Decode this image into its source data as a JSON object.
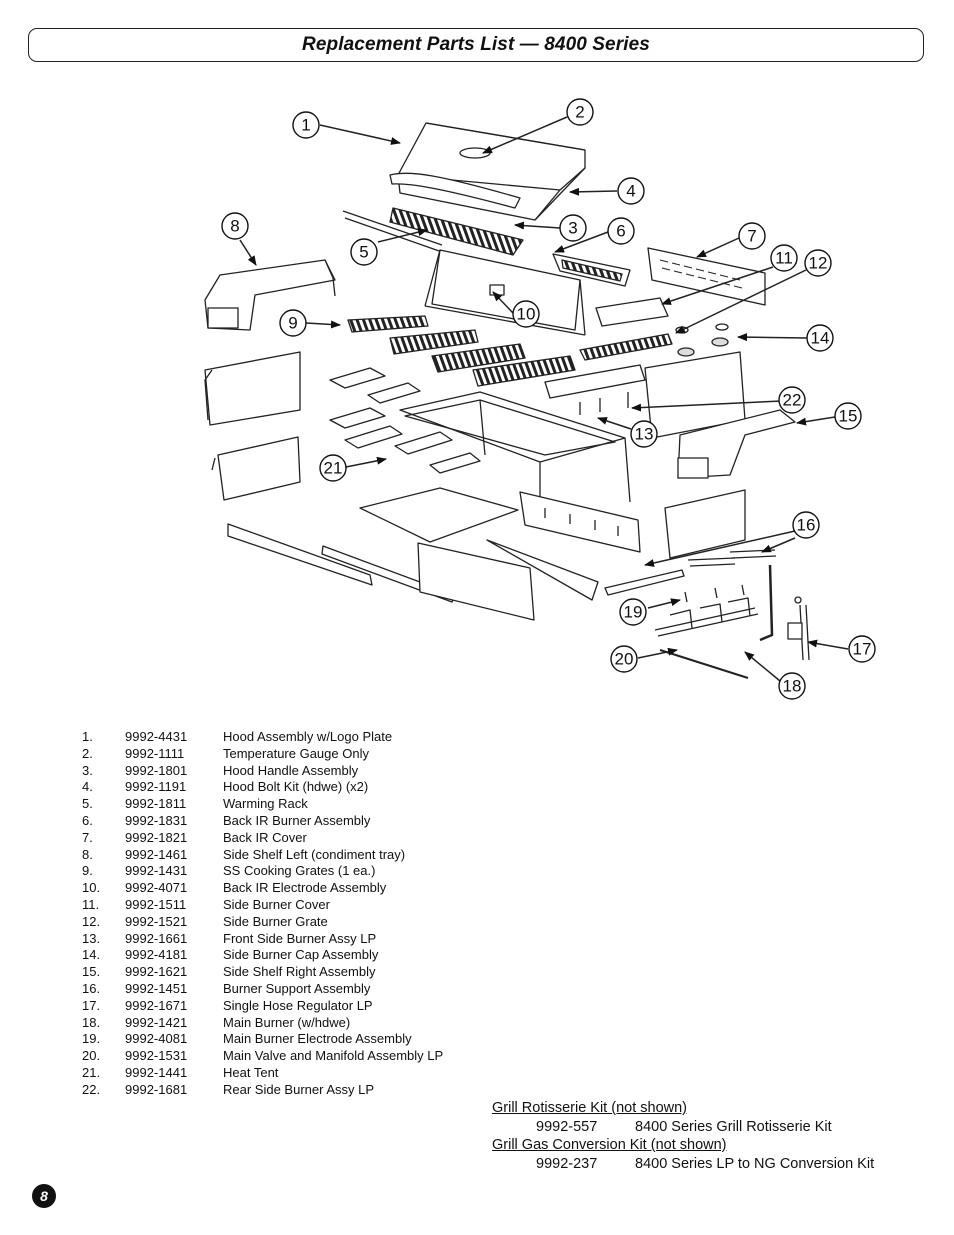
{
  "title": "Replacement Parts List — 8400 Series",
  "callouts": [
    "1",
    "2",
    "3",
    "4",
    "5",
    "6",
    "7",
    "8",
    "9",
    "10",
    "11",
    "12",
    "13",
    "14",
    "15",
    "16",
    "17",
    "18",
    "19",
    "20",
    "21",
    "22"
  ],
  "parts": [
    {
      "num": "1.",
      "code": "9992-4431",
      "desc": "Hood Assembly w/Logo Plate"
    },
    {
      "num": "2.",
      "code": "9992-1111",
      "desc": "Temperature Gauge Only"
    },
    {
      "num": "3.",
      "code": "9992-1801",
      "desc": "Hood Handle Assembly"
    },
    {
      "num": "4.",
      "code": "9992-1191",
      "desc": "Hood Bolt Kit (hdwe) (x2)"
    },
    {
      "num": "5.",
      "code": "9992-1811",
      "desc": "Warming Rack"
    },
    {
      "num": "6.",
      "code": "9992-1831",
      "desc": "Back IR Burner Assembly"
    },
    {
      "num": "7.",
      "code": "9992-1821",
      "desc": "Back IR Cover"
    },
    {
      "num": "8.",
      "code": "9992-1461",
      "desc": "Side Shelf Left (condiment tray)"
    },
    {
      "num": "9.",
      "code": "9992-1431",
      "desc": "SS Cooking Grates (1 ea.)"
    },
    {
      "num": "10.",
      "code": "9992-4071",
      "desc": "Back IR Electrode Assembly"
    },
    {
      "num": "11.",
      "code": "9992-1511",
      "desc": "Side Burner Cover"
    },
    {
      "num": "12.",
      "code": "9992-1521",
      "desc": "Side Burner Grate"
    },
    {
      "num": "13.",
      "code": "9992-1661",
      "desc": "Front Side Burner Assy LP"
    },
    {
      "num": "14.",
      "code": "9992-4181",
      "desc": "Side Burner Cap Assembly"
    },
    {
      "num": "15.",
      "code": "9992-1621",
      "desc": "Side Shelf Right Assembly"
    },
    {
      "num": "16.",
      "code": "9992-1451",
      "desc": "Burner Support Assembly"
    },
    {
      "num": "17.",
      "code": "9992-1671",
      "desc": "Single Hose Regulator LP"
    },
    {
      "num": "18.",
      "code": "9992-1421",
      "desc": "Main Burner (w/hdwe)"
    },
    {
      "num": "19.",
      "code": "9992-4081",
      "desc": "Main Burner Electrode Assembly"
    },
    {
      "num": "20.",
      "code": "9992-1531",
      "desc": "Main Valve and Manifold Assembly LP"
    },
    {
      "num": "21.",
      "code": "9992-1441",
      "desc": "Heat Tent"
    },
    {
      "num": "22.",
      "code": "9992-1681",
      "desc": "Rear Side Burner Assy LP"
    }
  ],
  "kits": [
    {
      "heading": "Grill Rotisserie Kit (not shown)",
      "code": "9992-557",
      "desc": "8400 Series Grill Rotisserie Kit"
    },
    {
      "heading": "Grill Gas Conversion Kit (not shown)",
      "code": "9992-237",
      "desc": "8400 Series LP to NG Conversion Kit"
    }
  ],
  "page_number": "8"
}
